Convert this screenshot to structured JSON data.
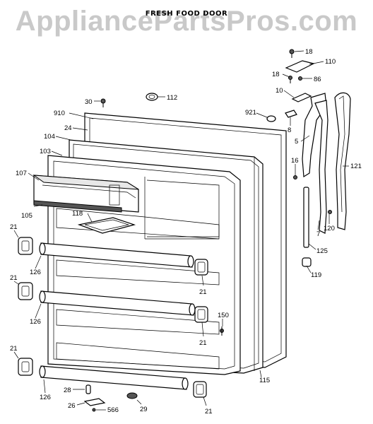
{
  "watermark": "AppliancePartsPros.com",
  "title": "FRESH FOOD DOOR",
  "callouts": {
    "c18a": "18",
    "c110": "110",
    "c18b": "18",
    "c86": "86",
    "c10": "10",
    "c30": "30",
    "c112": "112",
    "c910": "910",
    "c921": "921",
    "c8": "8",
    "c24": "24",
    "c104": "104",
    "c5": "5",
    "c103": "103",
    "c16": "16",
    "c121": "121",
    "c107": "107",
    "c7": "7",
    "c105": "105",
    "c118": "118",
    "c120": "120",
    "c21a": "21",
    "c125": "125",
    "c126a": "126",
    "c119": "119",
    "c21b": "21",
    "c21c": "21",
    "c126b": "126",
    "c150": "150",
    "c21d": "21",
    "c21e": "21",
    "c115": "115",
    "c126c": "126",
    "c28": "28",
    "c26": "26",
    "c566": "566",
    "c29": "29",
    "c21f": "21"
  }
}
